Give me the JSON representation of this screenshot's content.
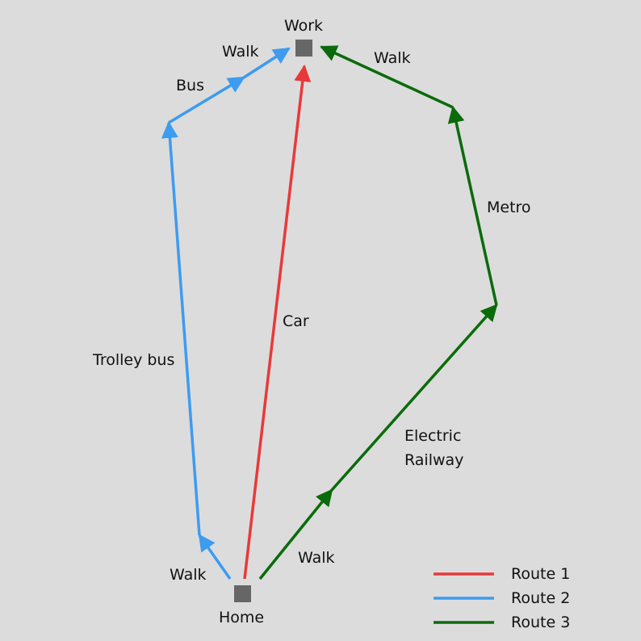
{
  "colors": {
    "background": "#dcdcdc",
    "node": "#666666",
    "route1": "#e8393a",
    "route2": "#3d9bf0",
    "route3": "#0a6b0a"
  },
  "nodes": {
    "work": {
      "label": "Work",
      "icon": "square-node-icon"
    },
    "home": {
      "label": "Home",
      "icon": "square-node-icon"
    }
  },
  "segments": {
    "trolley_bus": "Trolley bus",
    "walk_home_left": "Walk",
    "bus": "Bus",
    "walk_work_left": "Walk",
    "car": "Car",
    "walk_home_right": "Walk",
    "electric_line1": "Electric",
    "electric_line2": "Railway",
    "metro": "Metro",
    "walk_work_right": "Walk"
  },
  "legend": {
    "items": [
      {
        "label": "Route 1",
        "color": "#e8393a"
      },
      {
        "label": "Route 2",
        "color": "#3d9bf0"
      },
      {
        "label": "Route 3",
        "color": "#0a6b0a"
      }
    ]
  }
}
